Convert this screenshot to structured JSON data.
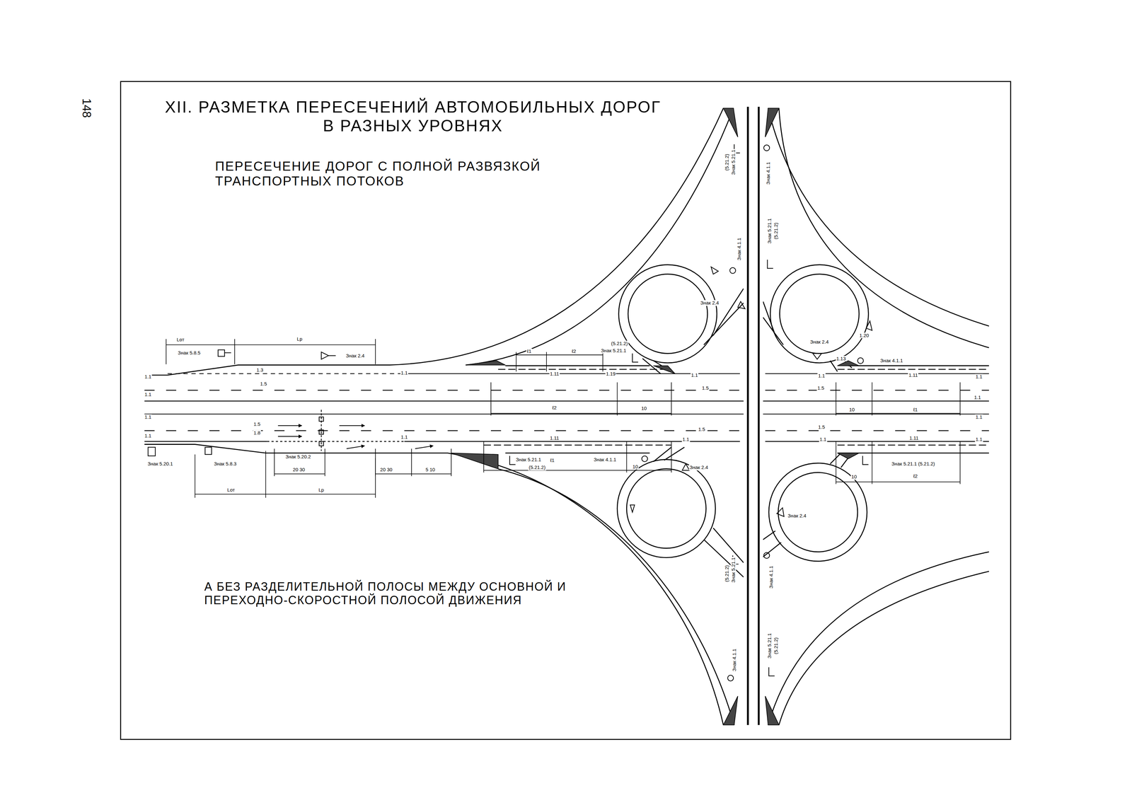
{
  "diagram": {
    "title": "XII. РАЗМЕТКА ПЕРЕСЕЧЕНИЙ АВТОМОБИЛЬНЫХ ДОРОГ В РАЗНЫХ УРОВНЯХ",
    "caption": "А БЕЗ РАЗДЕЛИТЕЛЬНОЙ ПОЛОСЫ МЕЖДУ ОСНОВНОЙ И ПЕРЕХОДНО-СКОРОСТНОЙ ПОЛОСОЙ ДВИЖЕНИЯ",
    "labels": [
      "148",
      "ПЕРЕСЕЧЕНИЕ ДОРОГ С ПОЛНОЙ РАЗВЯЗКОЙ ТРАНСПОРТНЫХ ПОТОКОВ",
      "Lот",
      "Lр",
      "Знак 5.8.5",
      "Знак 2.4",
      "1.1",
      "1.3",
      "1.1",
      "1.5",
      "1.1",
      "ℓ1",
      "ℓ2",
      "(5.21.2)",
      "Знак 5.21.1",
      "1.11",
      "1.19",
      "1.1",
      "1.5",
      "ℓ2",
      "10",
      "(5.21.2)",
      "Знак 5.21.1",
      "Знак 4.1.1",
      "Знак 2.4",
      "Знак 4.1.1",
      "Знак 5.21.1",
      "(5.21.2)",
      "Знак 2.4",
      "1.20",
      "1.13",
      "Знак 4.1.1",
      "1.1",
      "1.11",
      "1.1",
      "1.5",
      "1.1",
      "10",
      "ℓ1",
      "1.1",
      "1.5",
      "1.8",
      "1.1",
      "1.1",
      "1.11",
      "1.1",
      "1.5",
      "1.1",
      "1.5",
      "1.11",
      "1.1",
      "1.1",
      "Знак 5.20.1",
      "Знак 5.8.3",
      "Знак 5.20.2",
      "20 30",
      "20 30",
      "5 10",
      "Lот",
      "Lр",
      "Знак 5.21.1",
      "ℓ1",
      "(5.21.2)",
      "Знак 4.1.1",
      "10",
      "Знак 2.4",
      "Знак 5.21.1 (5.21.2)",
      "10",
      "ℓ2",
      "Знак 2.4",
      "(5.21.2)",
      "Знак 5.21.1",
      "Знак 4.1.1",
      "Знак 4.1.1",
      "Знак 5.21.1",
      "(5.21.2)"
    ]
  }
}
